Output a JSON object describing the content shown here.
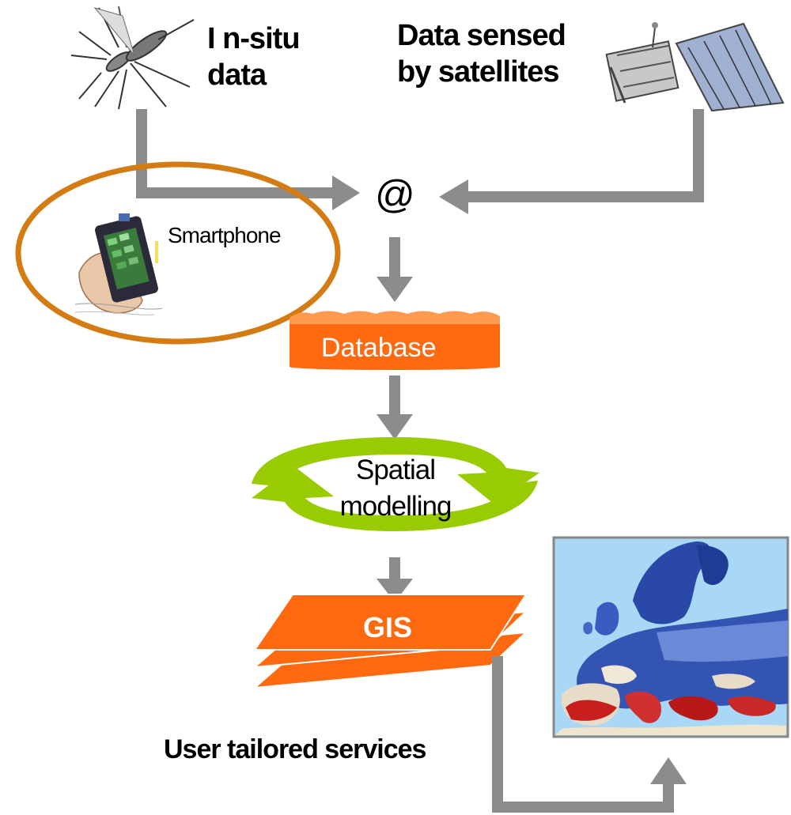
{
  "labels": {
    "in_situ": "I n-situ\ndata",
    "satellite": "Data sensed\nby satellites",
    "at_symbol": "@",
    "smartphone": "Smartphone",
    "database": "Database",
    "spatial_modelling": "Spatial\nmodelling",
    "gis": "GIS",
    "services": "User tailored services"
  },
  "icons": {
    "mosquito": "mosquito-icon",
    "satellite": "satellite-icon",
    "smartphone": "smartphone-hand-icon",
    "map": "europe-map-icon"
  },
  "colors": {
    "arrow": "#8c8c8c",
    "database": "#ff6a10",
    "cycle": "#99cc00",
    "ellipse": "#d47c14",
    "gis": "#ff6a10",
    "map_sea": "#a8d8f5",
    "map_land": "#2a48a8",
    "map_hot": "#c81e1e"
  }
}
